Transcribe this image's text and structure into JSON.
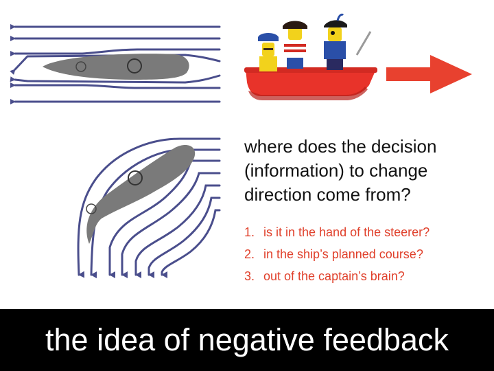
{
  "slide": {
    "question": "where does the decision (information) to change direction come from?",
    "options": [
      {
        "number": "1.",
        "text": "is it in the hand of the steerer?"
      },
      {
        "number": "2.",
        "text": "in the ship’s planned course?"
      },
      {
        "number": "3.",
        "text": "out of the captain’s brain?"
      }
    ],
    "banner": "the idea of negative feedback"
  },
  "colors": {
    "flow_lines": "#4a4e8c",
    "hull": "#7a7a7a",
    "boat": "#e8332a",
    "arrow": "#e8412f",
    "option_text": "#e0402b",
    "banner_bg": "#000000",
    "banner_text": "#ffffff"
  },
  "icons": [
    "ship-hull-straight",
    "ship-hull-turning",
    "lego-pirates-boat-image",
    "direction-arrow-icon"
  ]
}
